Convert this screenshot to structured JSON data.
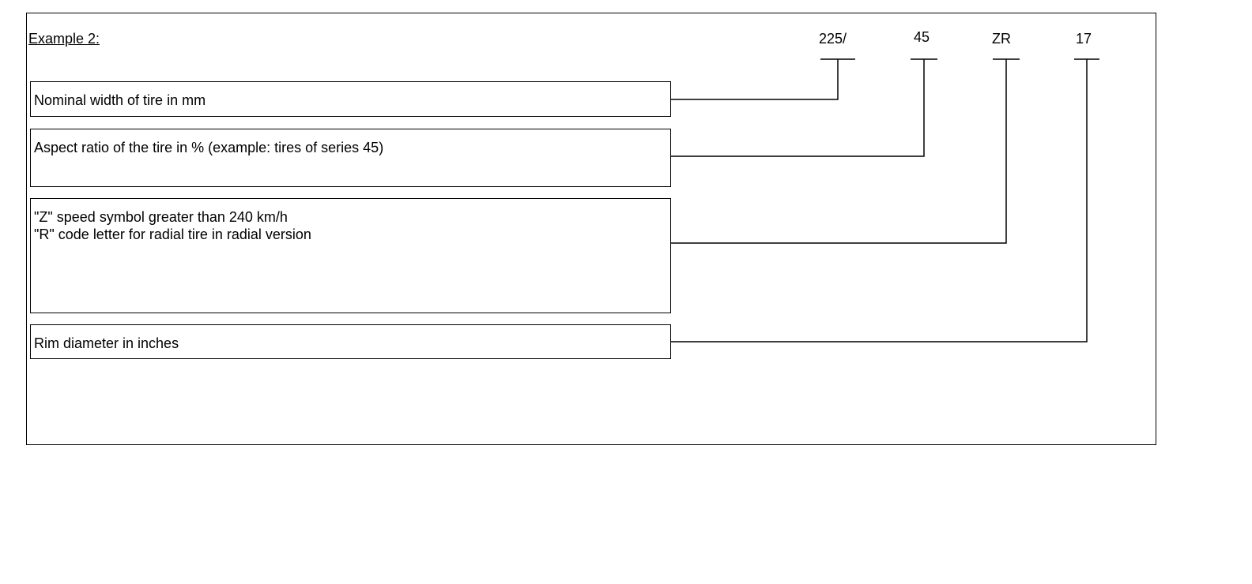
{
  "diagram": {
    "heading": "Example 2:",
    "code_parts": [
      "225/",
      "45",
      "ZR",
      "17"
    ],
    "descriptions": [
      {
        "lines": [
          "Nominal width of tire in mm"
        ]
      },
      {
        "lines": [
          "Aspect ratio of the tire in % (example: tires of series 45)"
        ]
      },
      {
        "lines": [
          "\"Z\" speed symbol greater than 240 km/h",
          "\"R\" code letter for radial tire in radial version"
        ]
      },
      {
        "lines": [
          "Rim diameter in inches"
        ]
      }
    ]
  }
}
